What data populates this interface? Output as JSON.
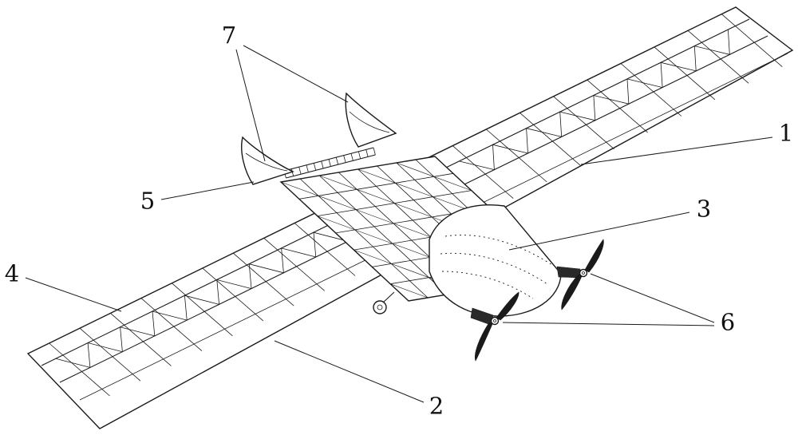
{
  "figure": {
    "kind": "patent line drawing",
    "subject": "fixed-wing aircraft structural truss airframe, isometric view",
    "background_color": "#ffffff",
    "line_color": "#1a1a1a"
  },
  "callouts": [
    {
      "number": "1"
    },
    {
      "number": "2"
    },
    {
      "number": "3"
    },
    {
      "number": "4"
    },
    {
      "number": "5"
    },
    {
      "number": "6"
    },
    {
      "number": "7"
    }
  ]
}
